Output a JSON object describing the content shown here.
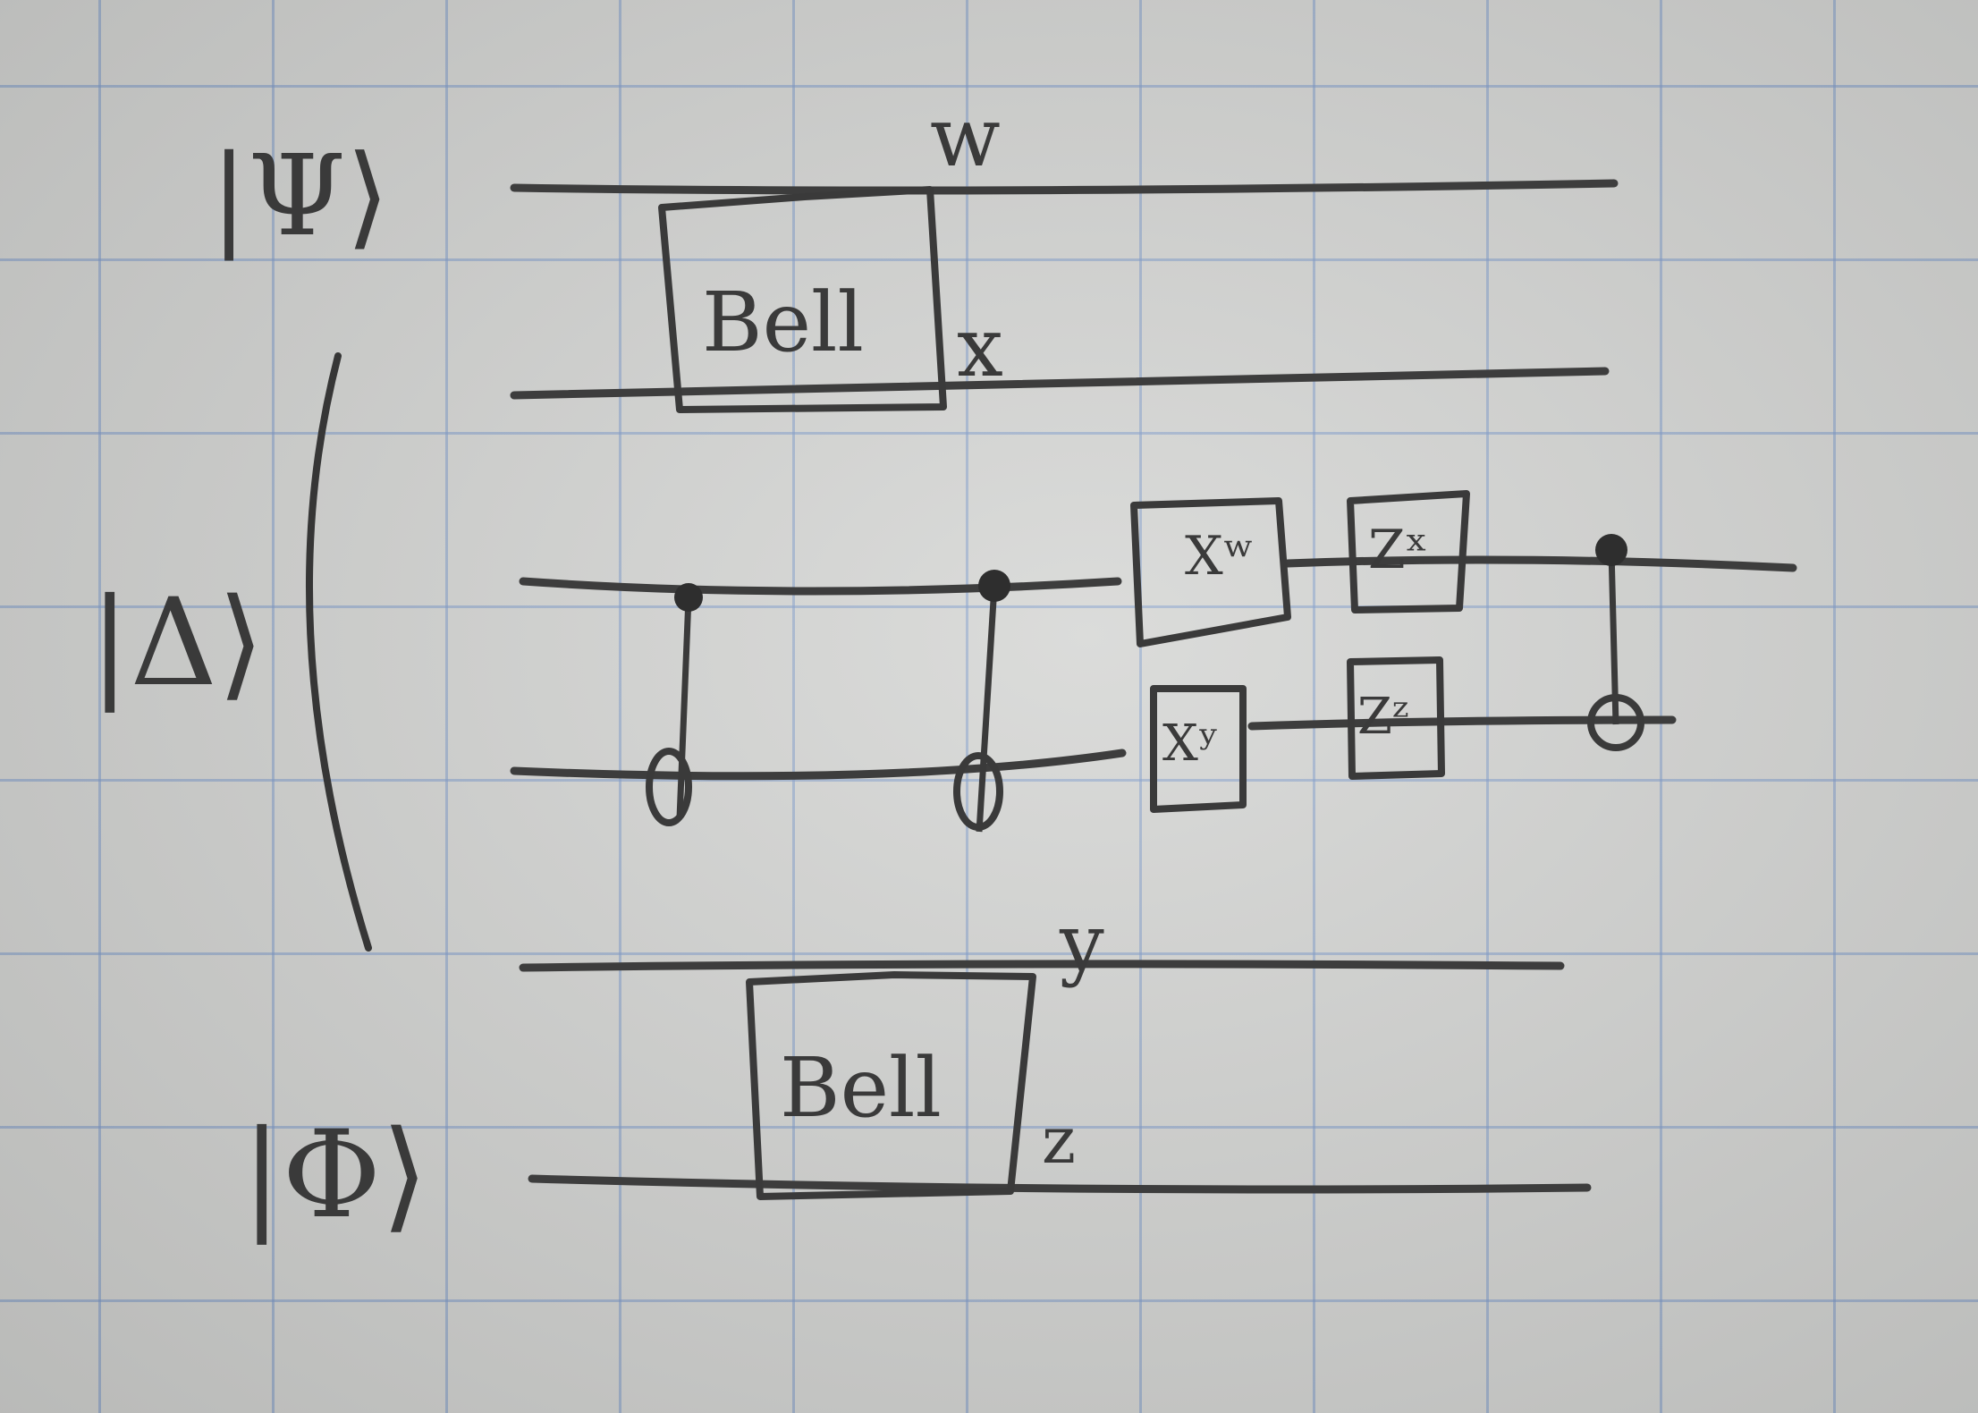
{
  "kets": {
    "psi": "|Ψ⟩",
    "delta": "|Δ⟩",
    "phi": "|Φ⟩"
  },
  "labels": {
    "w": "w",
    "x": "x",
    "y": "y",
    "z": "z"
  },
  "gates": {
    "bell_top": "Bell",
    "bell_bottom": "Bell",
    "xw": "Xʷ",
    "zx": "Zˣ",
    "xy": "Xʸ",
    "zz": "Zᶻ"
  }
}
